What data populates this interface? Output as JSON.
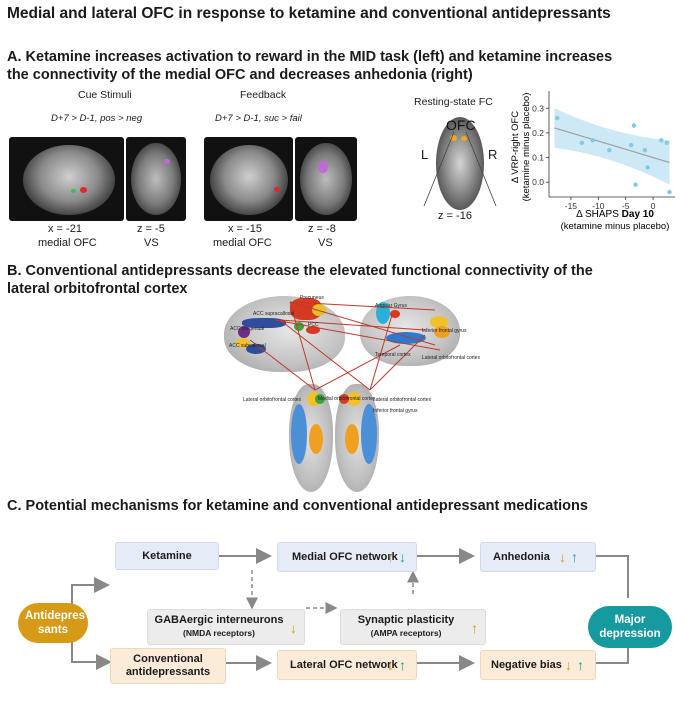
{
  "title": "Medial and lateral OFC in response to ketamine and conventional antidepressants",
  "section_a": {
    "heading_line1": "A. Ketamine increases activation to reward in the MID task (left) and ketamine increases",
    "heading_line2": "the connectivity of the medial OFC and decreases anhedonia (right)",
    "cue_title": "Cue Stimuli",
    "cue_contrast": "D+7 > D-1, pos > neg",
    "feedback_title": "Feedback",
    "feedback_contrast": "D+7 > D-1, suc > fail",
    "cue_coords": [
      "x = -21",
      "z = -5"
    ],
    "cue_regions": [
      "medial OFC",
      "VS"
    ],
    "feedback_coords": [
      "x = -15",
      "z = -8"
    ],
    "feedback_regions": [
      "medial OFC",
      "VS"
    ],
    "rsfc_title": "Resting-state FC",
    "rsfc_label": "OFC",
    "rsfc_left": "L",
    "rsfc_right": "R",
    "rsfc_coord": "z = -16"
  },
  "chart_data": {
    "type": "scatter",
    "ylabel_line1": "Δ VRP-right OFC",
    "ylabel_line2": "(ketamine minus placebo)",
    "xlabel_prefix": "Δ SHAPS ",
    "xlabel_bold": "Day 10",
    "xlabel_line2": "(ketamine minus placebo)",
    "x_ticks": [
      -15,
      -10,
      -5,
      0
    ],
    "y_ticks": [
      0.0,
      0.1,
      0.2,
      0.3
    ],
    "xlim": [
      -19,
      4
    ],
    "ylim": [
      -0.06,
      0.37
    ],
    "x": [
      -17.5,
      -13,
      -11,
      -8,
      -4,
      -3.2,
      -3.5,
      -1.5,
      -1,
      1.5,
      2.5,
      3
    ],
    "y": [
      0.26,
      0.16,
      0.17,
      0.13,
      0.15,
      -0.01,
      0.23,
      0.13,
      0.06,
      0.17,
      0.16,
      -0.04
    ],
    "fit": {
      "x0": -18,
      "y0": 0.22,
      "x1": 3,
      "y1": 0.08
    },
    "colors": {
      "point": "#7fcbe5",
      "band": "#cde9f5",
      "line": "#a0a0a0"
    }
  },
  "section_b": {
    "heading_line1": "B. Conventional antidepressants decrease the elevated functional connectivity of the",
    "heading_line2": "lateral orbitofrontal cortex",
    "labels": {
      "acc_supra": "ACC supracallosal",
      "acc_pregen": "ACC pregenual",
      "acc_subcall": "ACC subcallosal",
      "pcc": "PCC",
      "precuneus": "Precuneus",
      "angular": "Angular Gyrus",
      "ifg_right": "Inferior frontal gyrus",
      "lofc_right_top": "Lateral orbitofrontal cortex",
      "temporal": "Temporal cortex",
      "lofc_left": "Lateral orbitofrontal cortex",
      "medial_ofc": "Medial orbitofrontal cortex",
      "lofc_right_bottom": "Lateral orbitofrontal cortex",
      "ifg_bottom": "Inferior frontal gyrus"
    }
  },
  "section_c": {
    "heading": "C. Potential mechanisms for ketamine and conventional antidepressant medications",
    "ketamine": "Ketamine",
    "medial_ofc_network": "Medial OFC network",
    "anhedonia": "Anhedonia",
    "antidepressants_cloud": "Antidepres sants",
    "gaba_main": "GABAergic interneurons",
    "gaba_sub": "(NMDA receptors)",
    "synaptic_main": "Synaptic plasticity",
    "synaptic_sub": "(AMPA receptors)",
    "major_depression": "Major depression",
    "conventional_line1": "Conventional",
    "conventional_line2": "antidepressants",
    "lateral_ofc_network": "Lateral OFC network",
    "negative_bias": "Negative bias",
    "colors": {
      "gold": "#d69a17",
      "teal": "#169aa0",
      "arrow": "#888888"
    }
  }
}
